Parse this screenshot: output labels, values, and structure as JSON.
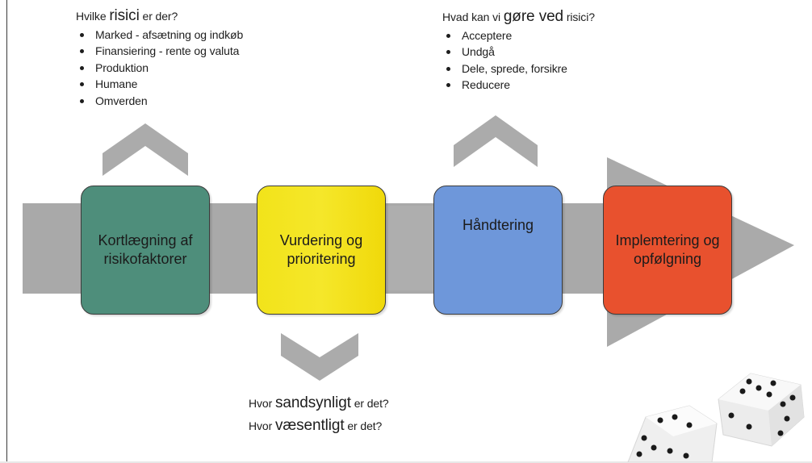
{
  "diagram": {
    "steps": [
      {
        "id": "step-1",
        "label": "Kortlægning af\nrisikofaktorer",
        "color": "#4e8e7b"
      },
      {
        "id": "step-2",
        "label": "Vurdering og\nprioritering",
        "color": "#f2e31a"
      },
      {
        "id": "step-3",
        "label": "Håndtering",
        "color": "#6e97da"
      },
      {
        "id": "step-4",
        "label": "Implemtering og\nopfølgning",
        "color": "#e8512e"
      }
    ],
    "arrow_color": "#a9a9a9",
    "chevron_color": "#ababab"
  },
  "risks": {
    "heading_pre": "Hvilke ",
    "heading_big": "risici",
    "heading_post": " er der?",
    "items": [
      "Marked - afsætning og indkøb",
      "Finansiering - rente og valuta",
      "Produktion",
      "Humane",
      "Omverden"
    ]
  },
  "actions": {
    "heading_pre": "Hvad kan vi ",
    "heading_big": "gøre ved",
    "heading_post": " risici?",
    "items": [
      "Acceptere",
      "Undgå",
      "Dele, sprede, forsikre",
      "Reducere"
    ]
  },
  "assessment": {
    "line1_pre": "Hvor ",
    "line1_big": "sandsynligt",
    "line1_post": " er det?",
    "line2_pre": "Hvor ",
    "line2_big": "væsentligt",
    "line2_post": " er det?"
  }
}
